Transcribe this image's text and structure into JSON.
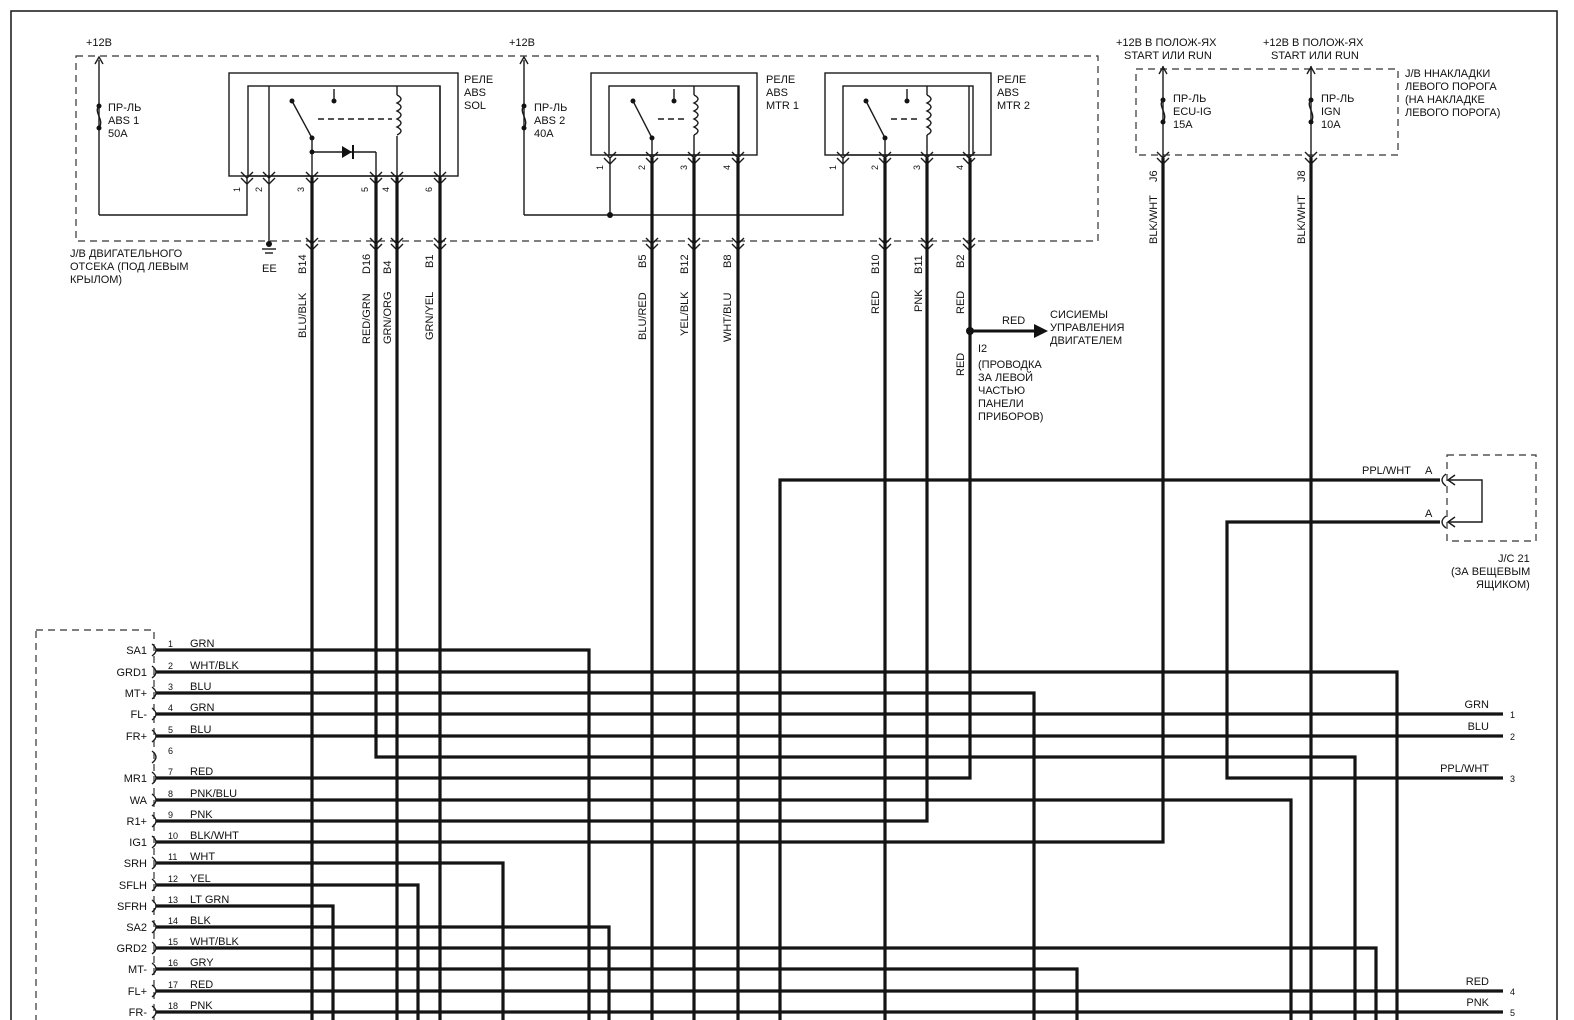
{
  "power_labels": {
    "abs1": "+12В",
    "abs2": "+12В",
    "ecu": [
      "+12В В ПОЛОЖ-ЯХ",
      "START ИЛИ RUN"
    ],
    "ign": [
      "+12В В ПОЛОЖ-ЯХ",
      "START ИЛИ RUN"
    ]
  },
  "fuses": {
    "abs1": [
      "ПР-ЛЬ",
      "ABS 1",
      "50A"
    ],
    "abs2": [
      "ПР-ЛЬ",
      "ABS 2",
      "40A"
    ],
    "ecu": [
      "ПР-ЛЬ",
      "ECU-IG",
      "15A"
    ],
    "ign": [
      "ПР-ЛЬ",
      "IGN",
      "10A"
    ]
  },
  "relays": {
    "sol": [
      "РЕЛЕ",
      "ABS",
      "SOL"
    ],
    "mtr1": [
      "РЕЛЕ",
      "ABS",
      "MTR 1"
    ],
    "mtr2": [
      "РЕЛЕ",
      "ABS",
      "MTR 2"
    ]
  },
  "relay_pins": {
    "sol": [
      "1",
      "2",
      "3",
      "5",
      "4",
      "6"
    ],
    "mtr1": [
      "1",
      "2",
      "3",
      "4"
    ],
    "mtr2": [
      "1",
      "2",
      "3",
      "4"
    ]
  },
  "jb_engine": [
    "J/B ДВИГАТЕЛЬНОГО",
    "ОТСЕКА (ПОД ЛЕВЫМ",
    "КРЫЛОМ)"
  ],
  "jb_sill": [
    "J/B ННАКЛАДКИ",
    "ЛЕВОГО ПОРОГА",
    "(НА НАКЛАДКЕ",
    "ЛЕВОГО ПОРОГА)"
  ],
  "ground_label": "EE",
  "terminals": [
    "B14",
    "D16",
    "B4",
    "B1",
    "B5",
    "B12",
    "B8",
    "B10",
    "B11",
    "B2",
    "J6",
    "J8"
  ],
  "wire_colors": {
    "b14": "BLU/BLK",
    "d16": "RED/GRN",
    "b4": "GRN/ORG",
    "b1": "GRN/YEL",
    "b5": "BLU/RED",
    "b12": "YEL/BLK",
    "b8": "WHT/BLU",
    "b10": "RED",
    "b11": "PNK",
    "b2": "RED",
    "i2": "RED",
    "j6": "BLK/WHT",
    "j8": "BLK/WHT",
    "engine_branch": "RED"
  },
  "engine_branch": [
    "СИСИЕМЫ",
    "УПРАВЛЕНИЯ",
    "ДВИГАТЕЛЕМ"
  ],
  "splice_i2": [
    "I2",
    "(ПРОВОДКА",
    "ЗА ЛЕВОЙ",
    "ЧАСТЬЮ",
    "ПАНЕЛИ",
    "ПРИБОРОВ)"
  ],
  "jc21": {
    "wire": "PPL/WHT",
    "pins": [
      "A",
      "A"
    ],
    "label": [
      "J/C 21",
      "(ЗА ВЕЩЕВЫМ",
      "ЯЩИКОМ)"
    ]
  },
  "ecu_pins": [
    {
      "name": "SA1",
      "num": "1",
      "color": "GRN"
    },
    {
      "name": "GRD1",
      "num": "2",
      "color": "WHT/BLK"
    },
    {
      "name": "MT+",
      "num": "3",
      "color": "BLU"
    },
    {
      "name": "FL-",
      "num": "4",
      "color": "GRN"
    },
    {
      "name": "FR+",
      "num": "5",
      "color": "BLU"
    },
    {
      "name": "",
      "num": "6",
      "color": ""
    },
    {
      "name": "MR1",
      "num": "7",
      "color": "RED"
    },
    {
      "name": "WA",
      "num": "8",
      "color": "PNK/BLU"
    },
    {
      "name": "R1+",
      "num": "9",
      "color": "PNK"
    },
    {
      "name": "IG1",
      "num": "10",
      "color": "BLK/WHT"
    },
    {
      "name": "SRH",
      "num": "11",
      "color": "WHT"
    },
    {
      "name": "SFLH",
      "num": "12",
      "color": "YEL"
    },
    {
      "name": "SFRH",
      "num": "13",
      "color": "LT GRN"
    },
    {
      "name": "SA2",
      "num": "14",
      "color": "BLK"
    },
    {
      "name": "GRD2",
      "num": "15",
      "color": "WHT/BLK"
    },
    {
      "name": "MT-",
      "num": "16",
      "color": "GRY"
    },
    {
      "name": "FL+",
      "num": "17",
      "color": "RED"
    },
    {
      "name": "FR-",
      "num": "18",
      "color": "PNK"
    }
  ],
  "right_outputs": [
    {
      "color": "GRN",
      "num": "1"
    },
    {
      "color": "BLU",
      "num": "2"
    },
    {
      "color": "PPL/WHT",
      "num": "3"
    },
    {
      "color": "RED",
      "num": "4"
    },
    {
      "color": "PNK",
      "num": "5"
    }
  ]
}
